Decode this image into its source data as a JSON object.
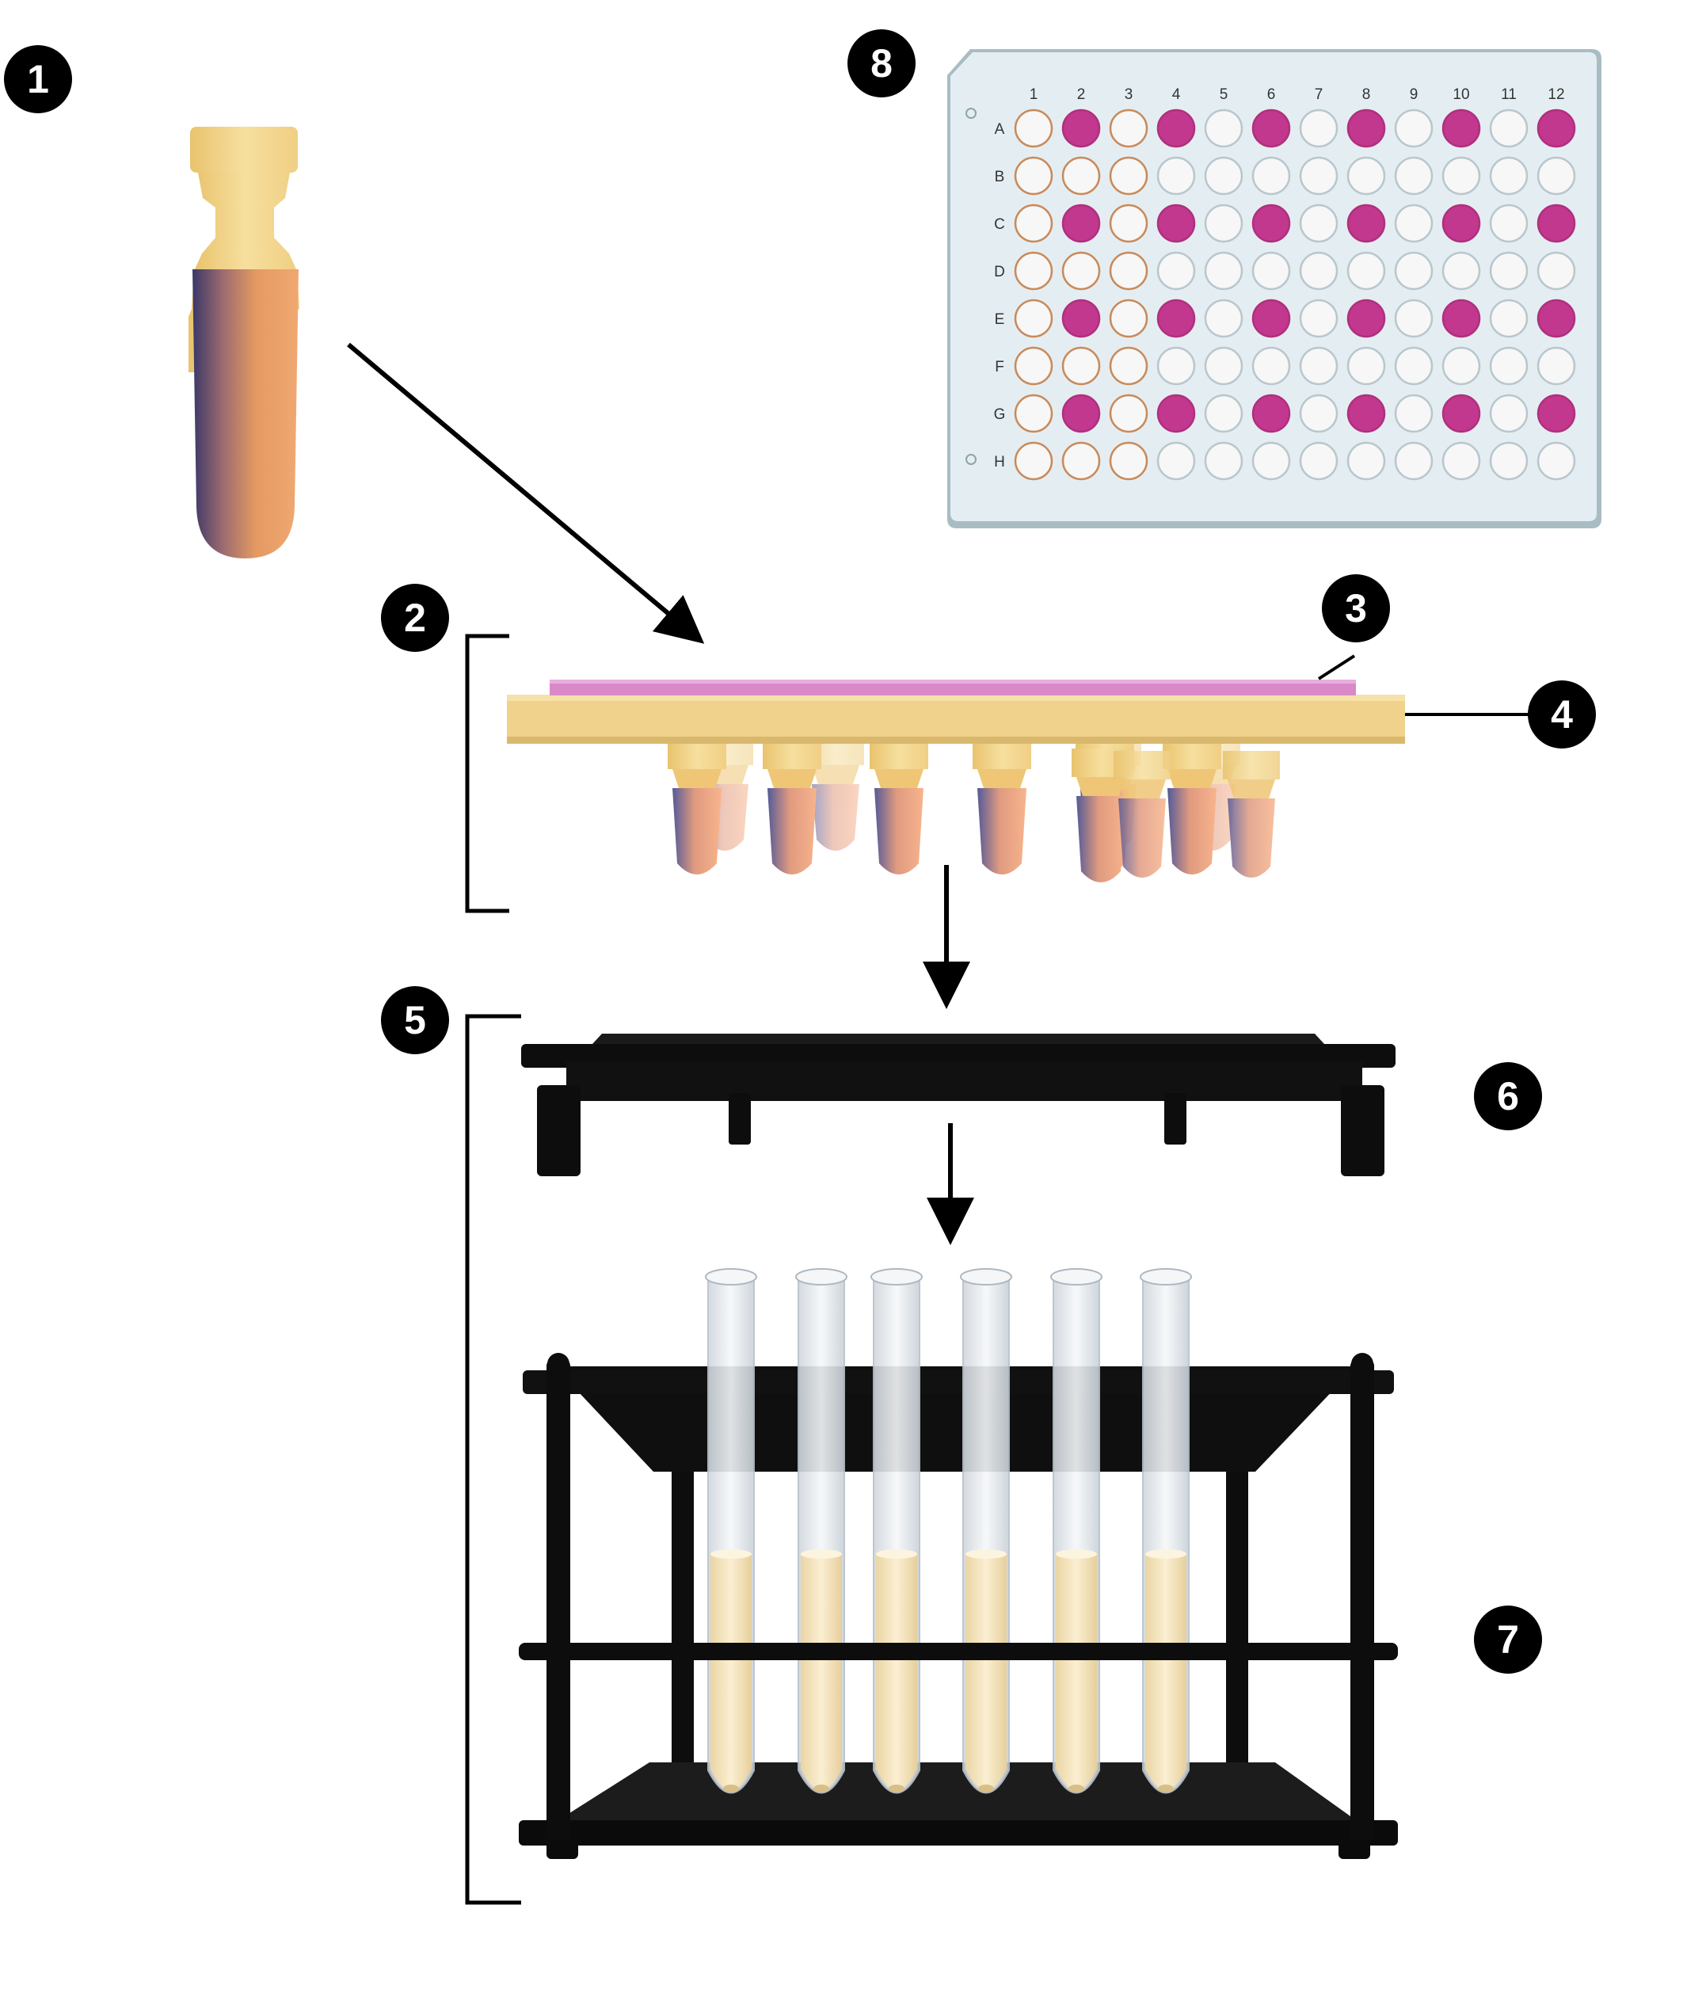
{
  "badges": [
    {
      "id": "1",
      "text": "1"
    },
    {
      "id": "2",
      "text": "2"
    },
    {
      "id": "3",
      "text": "3"
    },
    {
      "id": "4",
      "text": "4"
    },
    {
      "id": "5",
      "text": "5"
    },
    {
      "id": "6",
      "text": "6"
    },
    {
      "id": "7",
      "text": "7"
    },
    {
      "id": "8",
      "text": "8"
    }
  ],
  "plate": {
    "columns": [
      "1",
      "2",
      "3",
      "4",
      "5",
      "6",
      "7",
      "8",
      "9",
      "10",
      "11",
      "12"
    ],
    "rows": [
      "A",
      "B",
      "C",
      "D",
      "E",
      "F",
      "G",
      "H"
    ],
    "filled_rows": [
      "A",
      "C",
      "E",
      "G"
    ],
    "filled_columns": [
      "2",
      "4",
      "6",
      "8",
      "10",
      "12"
    ]
  },
  "colors": {
    "badge": "#000000",
    "well_filled": "#c2388e",
    "well_empty": "#f7f7f7",
    "well_border": "#c98a5a",
    "plate_body": "#e4eef2",
    "plate_edge": "#a9bcc4",
    "tube_cap": "#f2d58c",
    "tube_body": "#d98a55",
    "tube_shadow": "#3a3a66",
    "tray": "#f0d48e",
    "membrane": "#d984c4",
    "rack": "#111111",
    "liquid": "#f7e6bf",
    "glass": "#e9eef2"
  }
}
